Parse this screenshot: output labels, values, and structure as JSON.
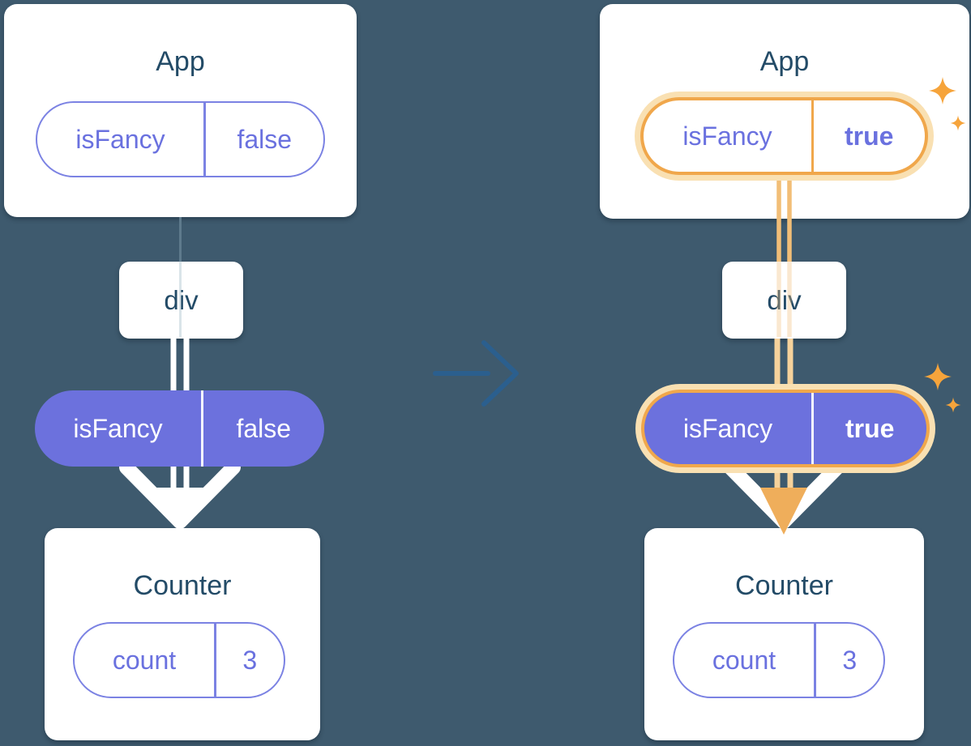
{
  "diagram": {
    "before": {
      "app": {
        "title": "App",
        "state_key": "isFancy",
        "state_value": "false"
      },
      "div": {
        "label": "div"
      },
      "prop": {
        "key": "isFancy",
        "value": "false"
      },
      "counter": {
        "title": "Counter",
        "state_key": "count",
        "state_value": "3"
      }
    },
    "after": {
      "app": {
        "title": "App",
        "state_key": "isFancy",
        "state_value": "true"
      },
      "div": {
        "label": "div"
      },
      "prop": {
        "key": "isFancy",
        "value": "true"
      },
      "counter": {
        "title": "Counter",
        "state_key": "count",
        "state_value": "3"
      }
    }
  },
  "icons": {
    "transition": "arrow-right-icon",
    "sparkles": "sparkles-icon",
    "flow": "arrow-down-icon"
  },
  "colors": {
    "background": "#3E5A6E",
    "card": "#FFFFFF",
    "heading_text": "#234B67",
    "purple_outline": "#7B82E3",
    "purple_text": "#6A71DF",
    "purple_fill": "#6C71DD",
    "highlight_ring": "#F0A74B",
    "highlight_glow": "#F9E0B2",
    "sparkle": "#F6A43B",
    "flow_arrow_before": "#FFFFFF",
    "flow_arrow_after": "#EFAE5B",
    "transition_arrow": "#2B5F8E"
  }
}
